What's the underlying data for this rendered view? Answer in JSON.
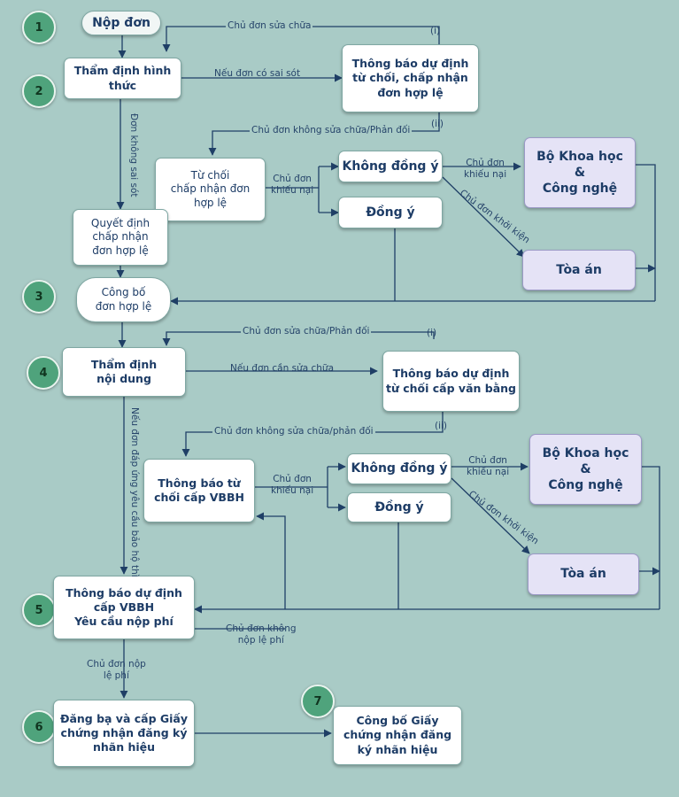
{
  "steps": [
    "1",
    "2",
    "3",
    "4",
    "5",
    "6",
    "7"
  ],
  "boxes": {
    "nop_don": "Nộp đơn",
    "tham_dinh_hinh_thuc": "Thẩm định hình\nthức",
    "thong_bao_tu_choi_hop_le": "Thông báo dự định\ntừ chối, chấp nhận\nđơn hợp lệ",
    "tu_choi_chap_nhan": "Từ chối\nchấp nhận đơn\nhợp lệ",
    "khong_dong_y_1": "Không đồng ý",
    "dong_y_1": "Đồng ý",
    "bo_khcn_1": "Bộ Khoa học\n&\nCông nghệ",
    "toa_an_1": "Tòa án",
    "quyet_dinh": "Quyết định\nchấp nhận\nđơn hợp lệ",
    "cong_bo_don": "Công bố\nđơn hợp lệ",
    "tham_dinh_noi_dung": "Thẩm định\nnội dung",
    "thong_bao_tu_choi_vb": "Thông báo dự định\ntừ chối cấp văn bằng",
    "thong_bao_tu_choi_vbbh": "Thông báo từ\nchối cấp VBBH",
    "khong_dong_y_2": "Không đồng ý",
    "dong_y_2": "Đồng ý",
    "bo_khcn_2": "Bộ Khoa học\n&\nCông nghệ",
    "toa_an_2": "Tòa án",
    "thong_bao_cap": "Thông báo dự định\ncấp VBBH\nYêu cầu nộp phí",
    "dang_ba": "Đăng bạ và cấp Giấy\nchứng nhận đăng ký\nnhãn hiệu",
    "cong_bo_giay": "Công bố Giấy\nchứng nhận đăng\nký nhãn hiệu"
  },
  "labels": {
    "chu_don_sua_chua": "Chủ đơn sửa chữa",
    "i_1": "(i)",
    "neu_don_sai_sot": "Nếu đơn có sai sót",
    "chu_don_khong_sua_1": "Chủ đơn không sửa chữa/Phản đối",
    "ii_1": "(ii)",
    "don_khong_sai_sot": "Đơn không sai sót",
    "chu_don_khieu_nai_1": "Chủ đơn\nkhiếu nại",
    "chu_don_khieu_nai_2": "Chủ đơn\nkhiếu nại",
    "chu_don_khoi_kien_1": "Chủ đơn khởi kiện",
    "chu_don_sua_chua_phan_doi": "Chủ đơn sửa chữa/Phản đối",
    "i_2": "(i)",
    "neu_don_can_sua": "Nếu đơn cần sửa chữa",
    "chu_don_khong_sua_2": "Chủ đơn không sửa chữa/phản đối",
    "ii_2": "(ii)",
    "neu_don_dap_ung": "Nếu đơn đáp ứng yêu cầu bảo hộ thì",
    "chu_don_khieu_nai_3": "Chủ đơn\nkhiếu nại",
    "chu_don_khieu_nai_4": "Chủ đơn\nkhiếu nại",
    "chu_don_khoi_kien_2": "Chủ đơn khởi kiện",
    "chu_don_khong_nop": "Chủ đơn không\nnộp lệ phí",
    "chu_don_nop": "Chủ đơn nộp\nlệ phí"
  }
}
